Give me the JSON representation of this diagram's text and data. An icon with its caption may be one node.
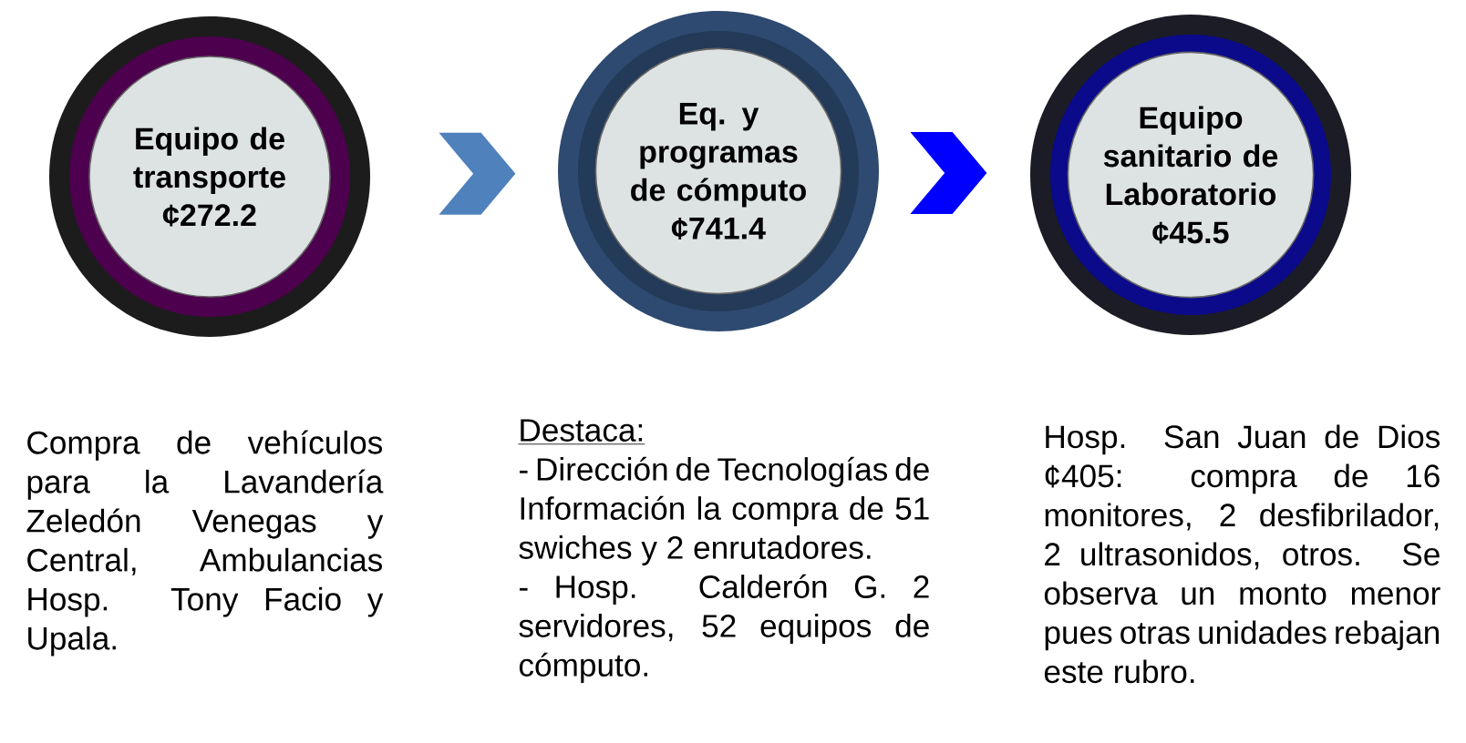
{
  "diagram": {
    "nodes": [
      {
        "text": [
          "Equipo de transporte",
          "¢272.2"
        ]
      },
      {
        "text": [
          "Eq.  y programas de cómputo",
          "¢741.4"
        ]
      },
      {
        "text": [
          "Equipo sanitario de Laboratorio",
          "¢45.5"
        ]
      }
    ],
    "edges": [
      {
        "from": 0,
        "to": 1,
        "arrow": "to",
        "color": "#4f81bd"
      },
      {
        "from": 1,
        "to": 2,
        "arrow": "to",
        "color": "#0000ff"
      }
    ],
    "labels": [
      "Compra de vehículos para la Lavandería Zeledón Venegas y Central, Ambulancias Hosp. Tony Facio y Upala.",
      "Destaca:",
      "- Dirección de Tecnologías de Información la compra de 51 swiches y 2 enrutadores.",
      "- Hosp. Calderón G. 2 servidores, 52 equipos de cómputo.",
      "Hosp. San Juan de Dios ¢405: compra de 16 monitores, 2 desfibrilador, 2 ultrasonidos, otros. Se observa un monto menor pues otras unidades rebajan este rubro."
    ]
  }
}
